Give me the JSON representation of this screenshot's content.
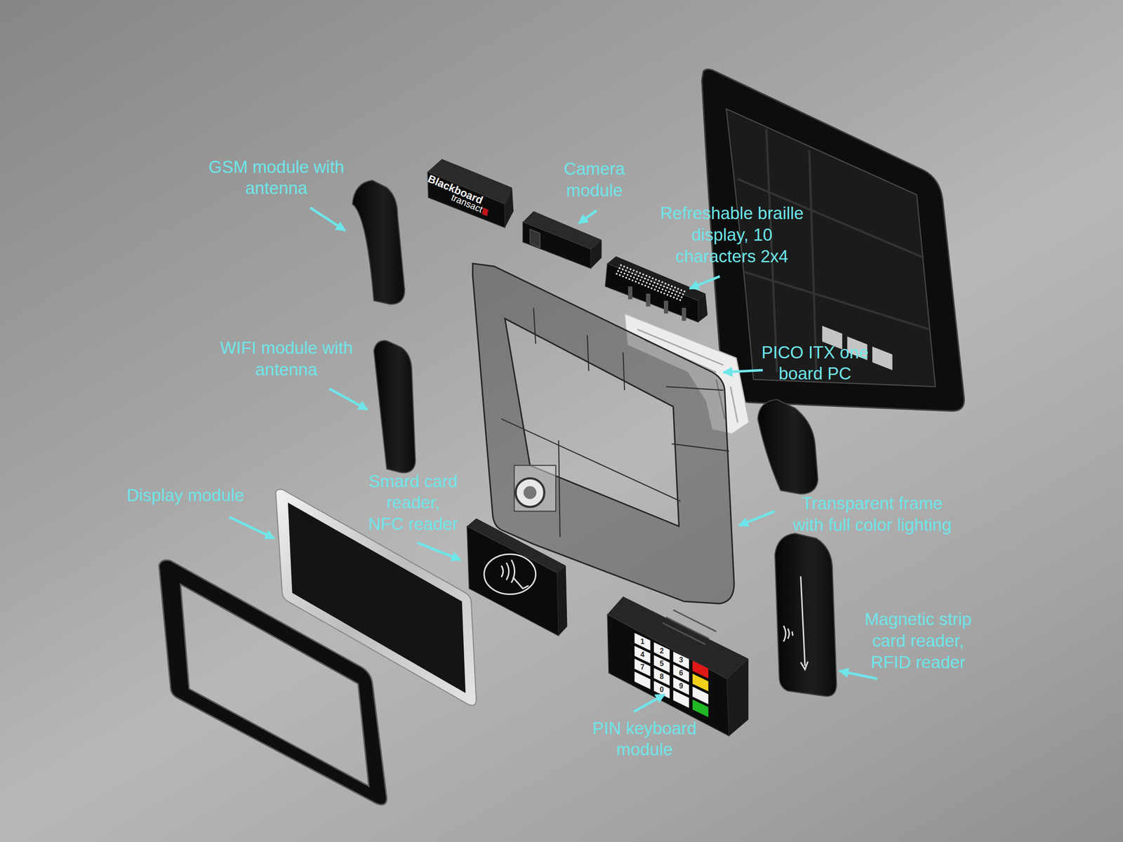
{
  "diagram": {
    "labels": [
      "GSM module with antenna",
      "Blackboard",
      "transact",
      "Camera module",
      "Refreshable braille display, 10 characters 2x4",
      "WIFI module with antenna",
      "PICO ITX one board PC",
      "Display module",
      "Smard card reader, NFC reader",
      "Transparent frame with full color lighting",
      "Magnetic strip card reader, RFID reader",
      "PIN keyboard module",
      "1",
      "2",
      "3",
      "4",
      "5",
      "6",
      "7",
      "8",
      "9",
      "0"
    ]
  }
}
